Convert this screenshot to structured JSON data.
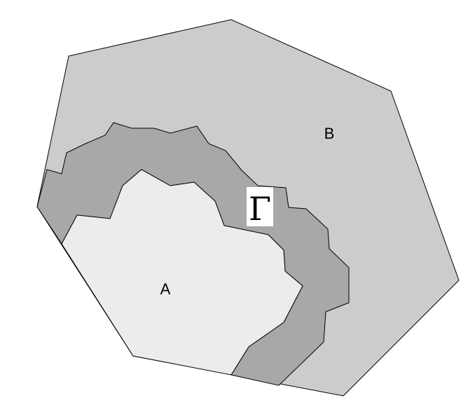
{
  "regions": {
    "outer": {
      "label": "B",
      "fill": "#cccccc"
    },
    "inner": {
      "label": "A",
      "fill": "#ececec"
    },
    "interface": {
      "label": "Γ",
      "fill": "#a8a8a8",
      "label_background": "#ffffff"
    }
  },
  "stroke_color": "#000000"
}
